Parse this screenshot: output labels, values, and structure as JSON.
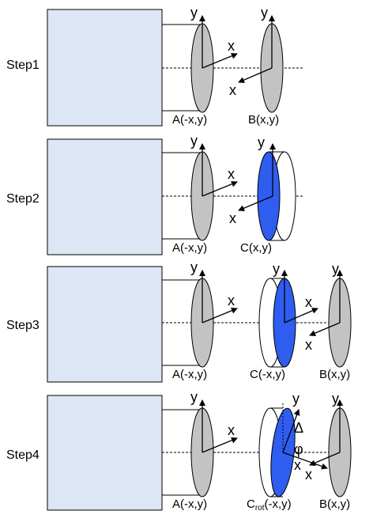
{
  "steps": [
    {
      "label": "Step1",
      "axis_y": "y",
      "axis_x": "x",
      "point_a": "A(-x,y)",
      "point_b": "B(x,y)"
    },
    {
      "label": "Step2",
      "axis_y": "y",
      "axis_x": "x",
      "point_a": "A(-x,y)",
      "point_c": "C(x,y)"
    },
    {
      "label": "Step3",
      "axis_y": "y",
      "axis_x": "x",
      "point_a": "A(-x,y)",
      "point_c": "C(-x,y)",
      "point_b": "B(x,y)"
    },
    {
      "label": "Step4",
      "axis_y": "y",
      "axis_x": "x",
      "point_a": "A(-x,y)",
      "point_c_prefix": "C",
      "point_c_sub": "rot",
      "point_c_suffix": "(-x,y)",
      "point_b": "B(x,y)",
      "delta": "Δ",
      "phi": "φ"
    }
  ],
  "colors": {
    "box_fill": "#dde6f4",
    "gray_disk": "#c3c3c3",
    "blue_disk": "#2f5df0",
    "line": "#000000"
  }
}
